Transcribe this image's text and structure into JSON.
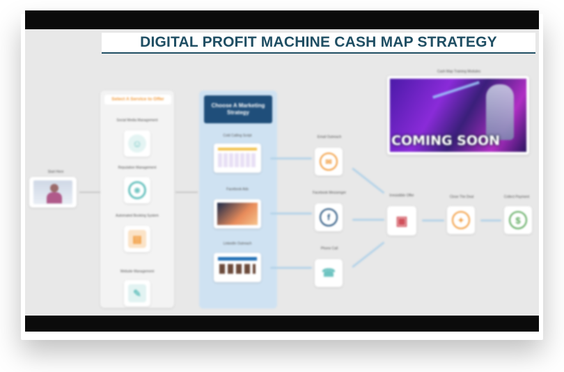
{
  "title": "DIGITAL PROFIT MACHINE CASH MAP STRATEGY",
  "colors": {
    "title": "#1f4e63",
    "orange": "#f29a3a",
    "teal": "#6cc3c0",
    "blue_header": "#1f4e7a",
    "red": "#d0505a",
    "green": "#5aa85a"
  },
  "start": {
    "label": "Start Here"
  },
  "select_column": {
    "header": "Select A Service to Offer",
    "items": [
      {
        "label": "Social Media Management",
        "icon": "people-icon"
      },
      {
        "label": "Reputation Management",
        "icon": "target-icon"
      },
      {
        "label": "Automated Booking System",
        "icon": "calendar-icon"
      },
      {
        "label": "Website Management",
        "icon": "edit-icon"
      }
    ]
  },
  "marketing_column": {
    "header": "Choose A Marketing Strategy",
    "items": [
      {
        "label": "Cold Calling Script"
      },
      {
        "label": "Facebook Ads"
      },
      {
        "label": "LinkedIn Outreach"
      }
    ]
  },
  "channels": [
    {
      "label": "Email Outreach",
      "icon": "email-icon"
    },
    {
      "label": "Facebook Messenger",
      "icon": "facebook-icon"
    },
    {
      "label": "Phone Call",
      "icon": "phone-icon"
    }
  ],
  "offer": {
    "label": "Irresistible Offer",
    "icon": "gift-icon"
  },
  "close": {
    "label": "Close The Deal",
    "icon": "handshake-icon"
  },
  "profit": {
    "label": "Collect Payment",
    "icon": "dollar-icon"
  },
  "coming_soon": {
    "caption": "Cash Map Training Modules",
    "text": "COMING SOON"
  }
}
